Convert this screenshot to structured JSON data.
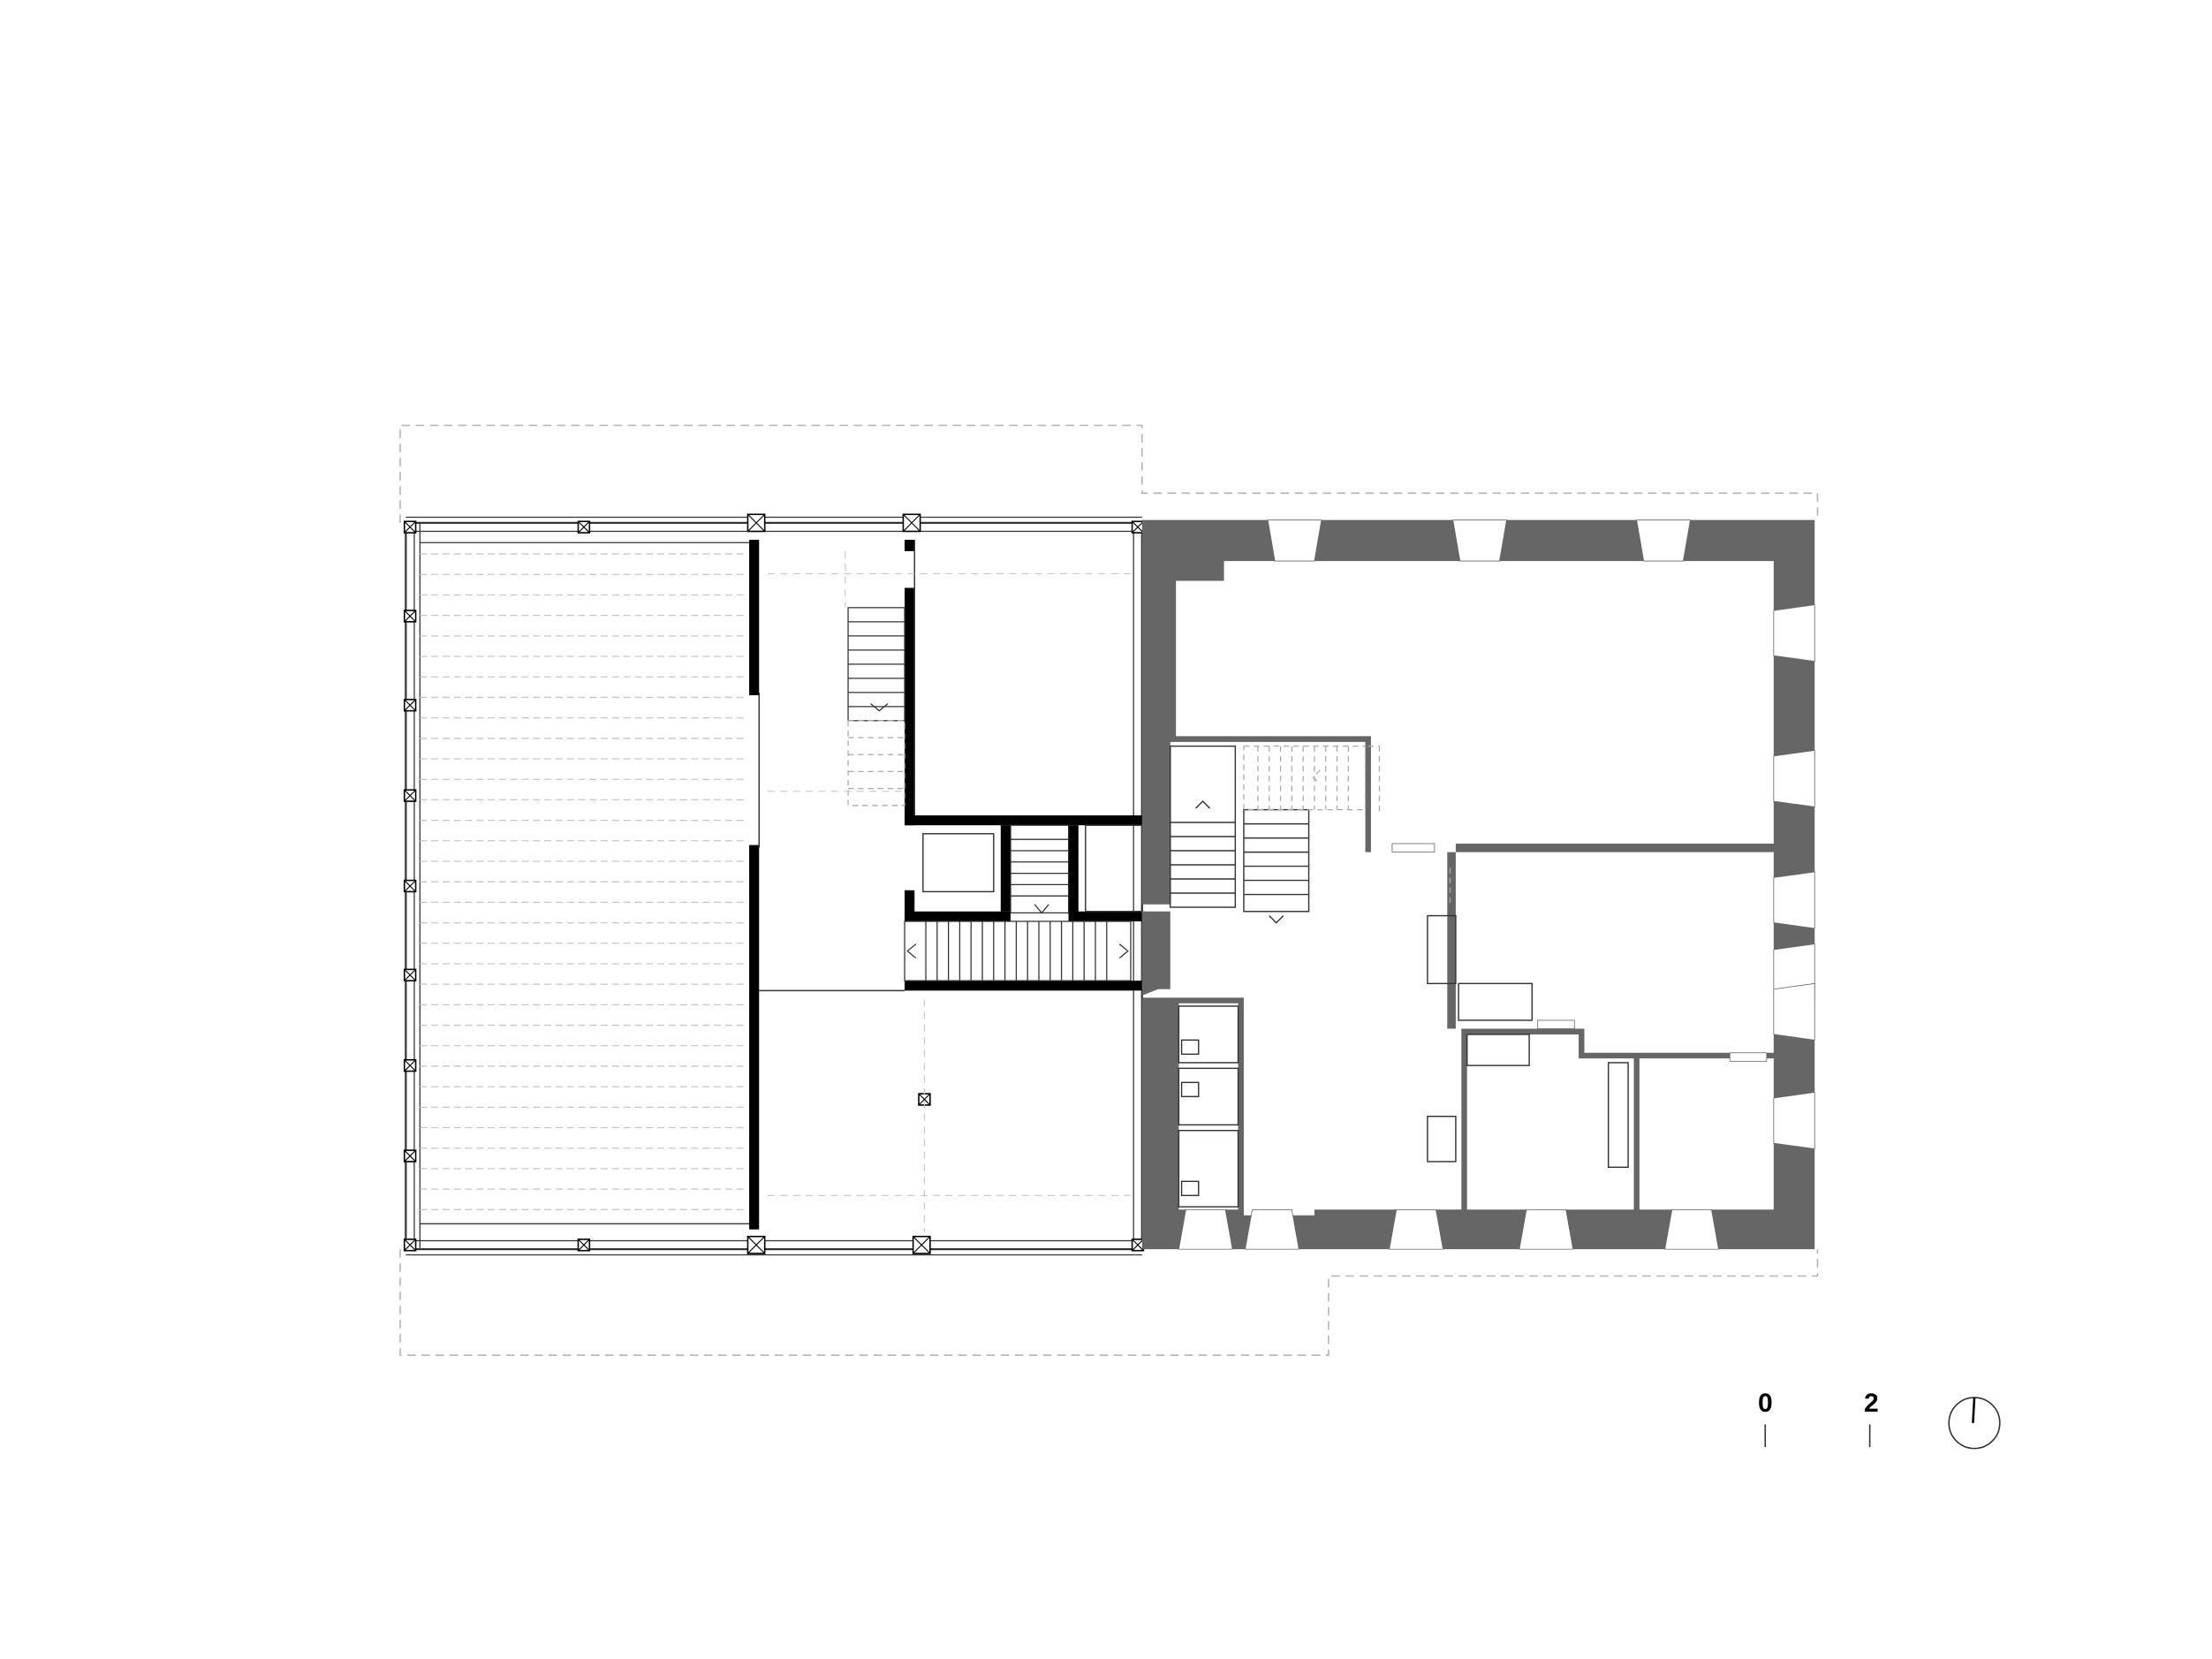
{
  "drawing": {
    "type": "architectural-floor-plan",
    "colors": {
      "background": "#ffffff",
      "new_wall": "#000000",
      "existing_wall": "#666666",
      "line": "#333333",
      "hidden_line": "#b3b3b3"
    }
  },
  "scale_bar": {
    "label_start": "0",
    "label_end": "2"
  },
  "north_arrow": {
    "icon": "north-arrow-icon"
  }
}
